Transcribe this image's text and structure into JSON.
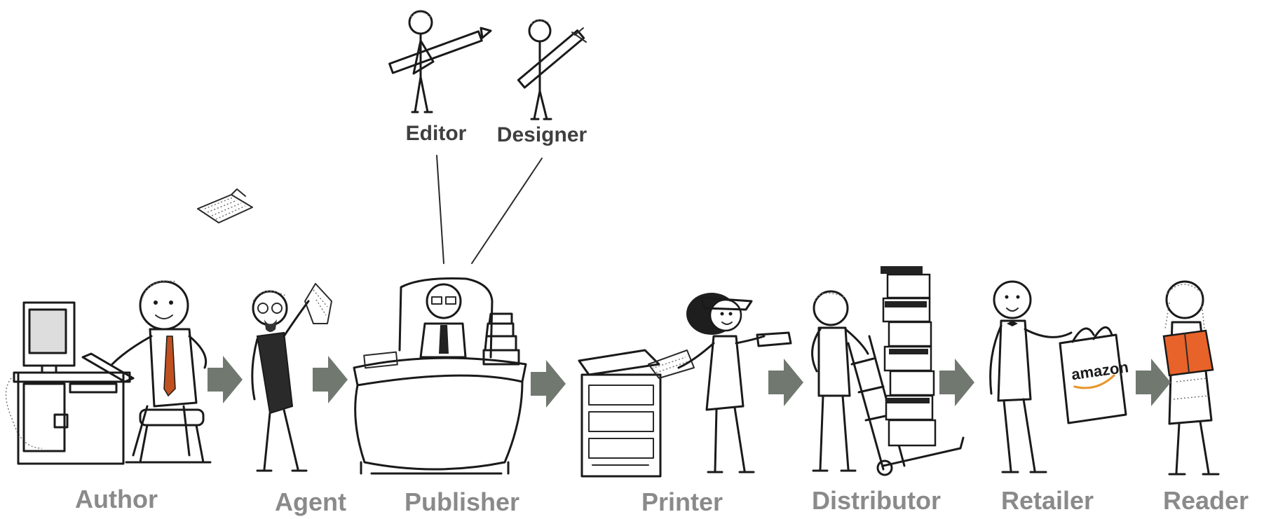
{
  "flow": {
    "steps": [
      {
        "label": "Author"
      },
      {
        "label": "Agent"
      },
      {
        "label": "Publisher"
      },
      {
        "label": "Printer"
      },
      {
        "label": "Distributor"
      },
      {
        "label": "Retailer"
      },
      {
        "label": "Reader"
      }
    ],
    "arrow_color": "#707870"
  },
  "publisher_team": {
    "editor": {
      "label": "Editor"
    },
    "designer": {
      "label": "Designer"
    }
  },
  "retailer_bag": {
    "brand_text": "amazon"
  },
  "colors": {
    "step_label": "#8a8a8a",
    "team_label": "#3f3f3f",
    "ink": "#1a1a1a",
    "tie": "#c0501f",
    "book": "#e8632a"
  }
}
